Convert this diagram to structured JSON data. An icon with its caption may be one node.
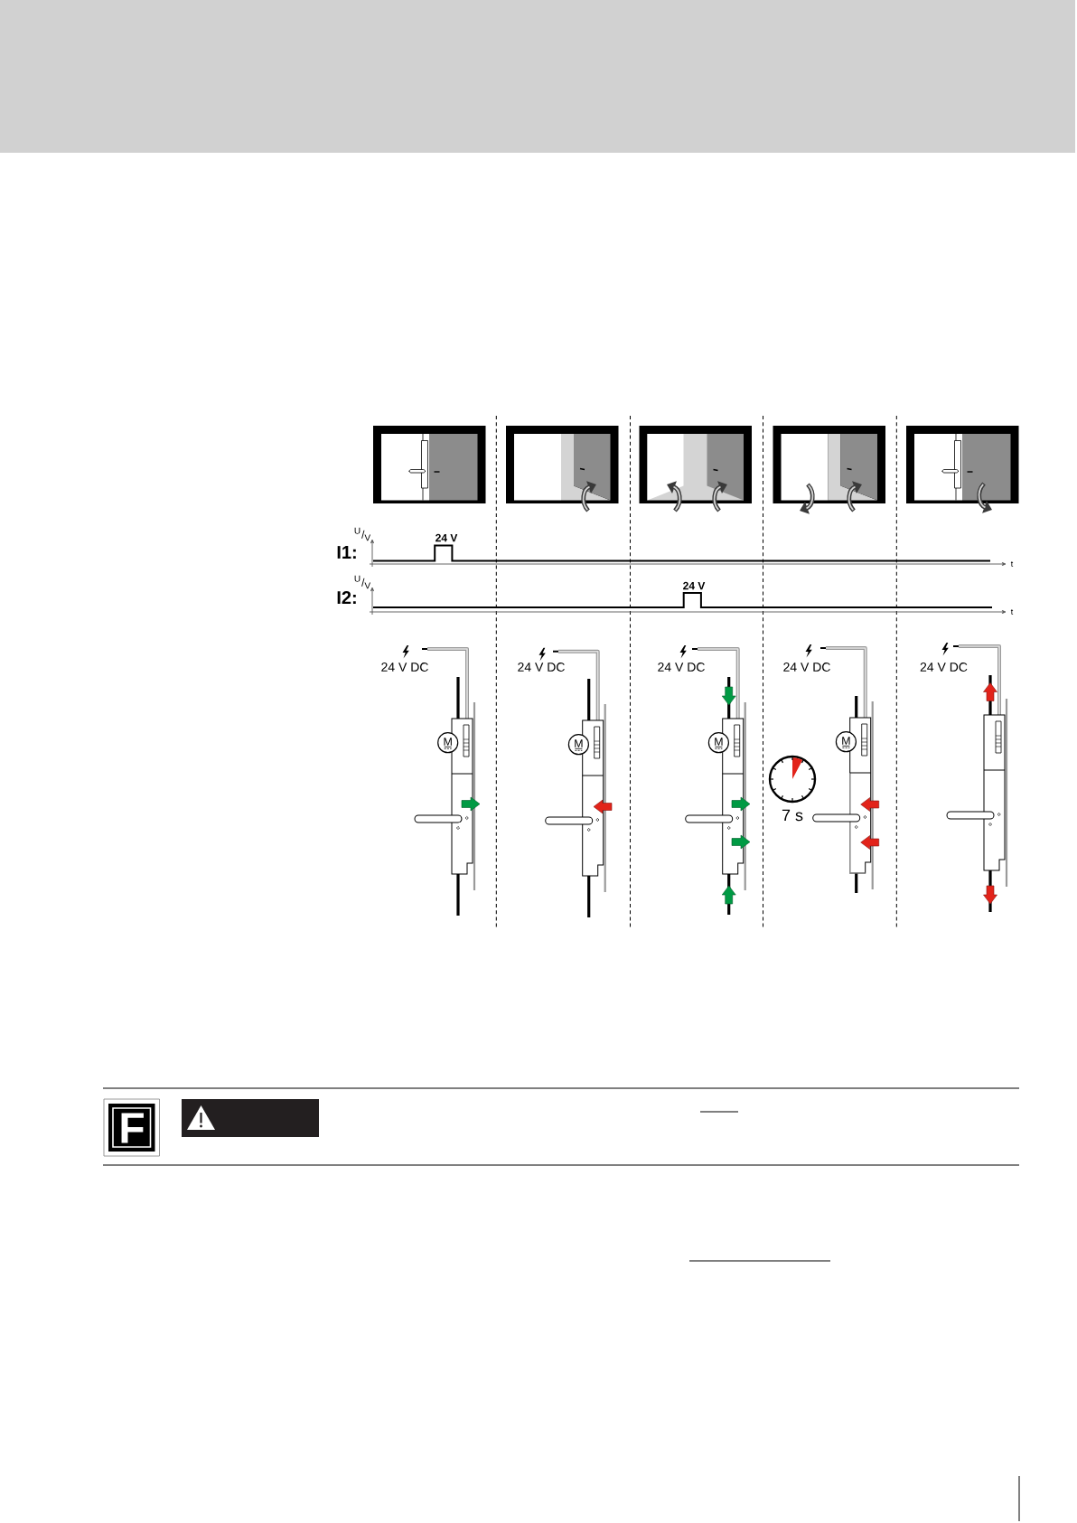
{
  "diagram": {
    "labels": [
      "$^{U}$/$_{V}$",
      "24 V",
      "I1:",
      "t",
      "$^{U}$/$_{V}$",
      "24 V",
      "I2:",
      "t",
      "24 V DC",
      "24 V DC",
      "24 V DC",
      "24 V DC",
      "24 V DC",
      "M",
      "M",
      "M",
      "M",
      "7 s",
      "F"
    ]
  }
}
